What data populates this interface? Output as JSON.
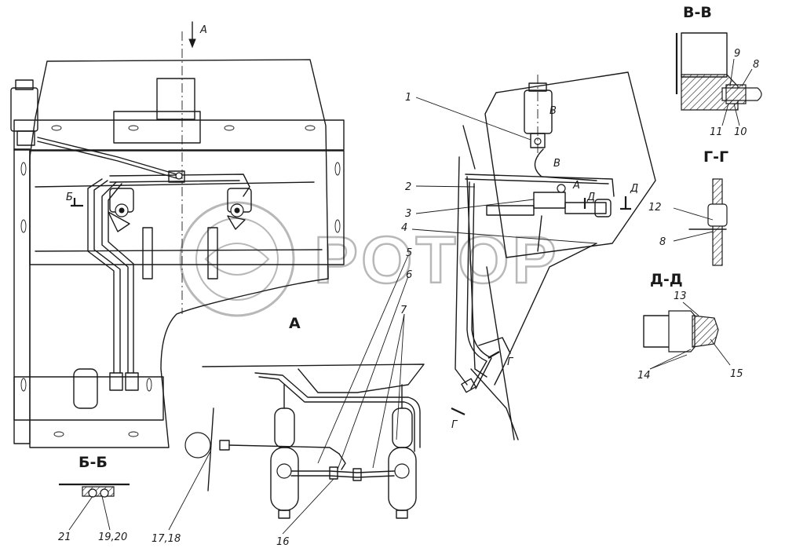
{
  "watermark": "POTOP",
  "section_titles": {
    "view_a_arrow": "А",
    "view_a": "А",
    "b_b": "Б-Б",
    "v_v": "В-В",
    "g_g": "Г-Г",
    "d_d": "Д-Д"
  },
  "cut_marks": {
    "b": "Б",
    "v1": "В",
    "v2": "В",
    "g1": "Г",
    "g2": "Г",
    "d1": "Д",
    "d2": "Д",
    "a_mark": "А"
  },
  "callouts": {
    "c1": "1",
    "c2": "2",
    "c3": "3",
    "c4": "4",
    "c5": "5",
    "c6": "6",
    "c7": "7",
    "c8a": "8",
    "c8b": "8",
    "c9": "9",
    "c10": "10",
    "c11": "11",
    "c12": "12",
    "c13": "13",
    "c14": "14",
    "c15": "15",
    "c16": "16",
    "c17_18": "17,18",
    "c19_20": "19,20",
    "c21": "21"
  },
  "colors": {
    "line": "#1a1a1a",
    "watermark": "#b8b8b8",
    "background": "#ffffff"
  }
}
